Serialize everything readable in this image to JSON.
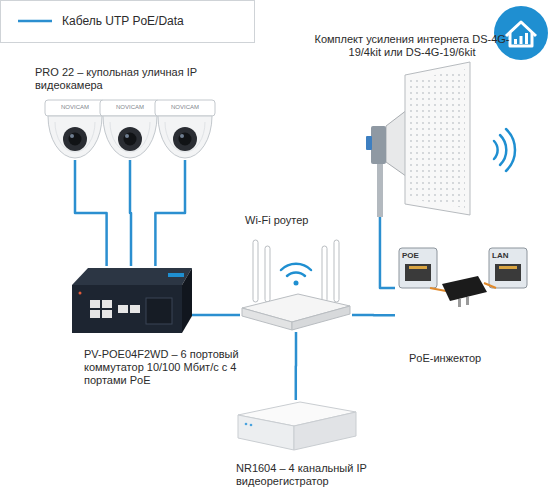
{
  "diagram": {
    "nodes": [
      {
        "text": [
          "PRO 22 – купольная уличная IP видеокамера"
        ]
      },
      {
        "text": [
          "NOVICAM"
        ],
        "in": 0
      },
      {
        "text": [
          "NOVICAM"
        ],
        "in": 0
      },
      {
        "text": [
          "NOVICAM"
        ],
        "in": 0
      },
      {
        "text": [
          "Комплект усиления интернета DS-4G-19/4kit или DS-4G-19/6kit"
        ]
      },
      {
        "text": [
          "Wi-Fi роутер"
        ]
      },
      {
        "text": [
          "PV-POE04F2WD – 6 портовый коммутатор 10/100 Мбит/с с 4 портами PoE"
        ]
      },
      {
        "text": [
          "PoE-инжектор"
        ]
      },
      {
        "text": [
          "NR1604 – 4 канальный IP видеорегистратор"
        ]
      }
    ],
    "edges": [
      {
        "from": 1,
        "to": 6,
        "arrow": "none"
      },
      {
        "from": 2,
        "to": 6,
        "arrow": "none"
      },
      {
        "from": 3,
        "to": 6,
        "arrow": "none"
      },
      {
        "from": 6,
        "to": 5,
        "arrow": "none"
      },
      {
        "from": 5,
        "to": 8,
        "arrow": "none"
      },
      {
        "from": 4,
        "to": 7,
        "arrow": "none"
      },
      {
        "from": 7,
        "to": 5,
        "arrow": "none"
      }
    ],
    "labels": [
      "POE",
      "LAN"
    ],
    "legend": [
      {
        "text": "Кабель UTP PoE/Data"
      }
    ]
  }
}
